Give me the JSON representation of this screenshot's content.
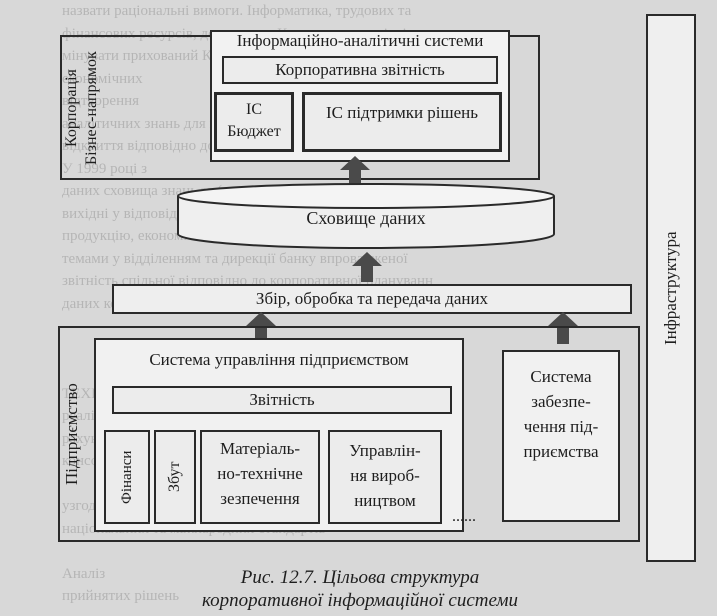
{
  "diagram": {
    "corp_block": {
      "label_line1": "Корпорація",
      "label_line2": "Бізнес-напрямок",
      "is_title": "Інформаційно-аналітичні системи",
      "corporate_reporting": "Корпоративна звітність",
      "is_budget_line1": "ІС",
      "is_budget_line2": "Бюджет",
      "dss": "ІС підтримки рішень"
    },
    "warehouse": "Сховище даних",
    "collection": "Збір, обробка та передача даних",
    "enterprise_block": {
      "label": "Підприємство",
      "mgmt_title": "Система управління підприємством",
      "reporting": "Звітність",
      "finance": "Фінанси",
      "sales": "Збут",
      "mts_line1": "Матеріаль-",
      "mts_line2": "но-технічне",
      "mts_line3": "зезпечення",
      "prod_line1": "Управлін-",
      "prod_line2": "ня вироб-",
      "prod_line3": "ництвом",
      "ellipsis": "......",
      "support_line1": "Система",
      "support_line2": "забезпе-",
      "support_line3": "чення під-",
      "support_line4": "приємства"
    },
    "infrastructure": "Інфраструктура"
  },
  "caption": {
    "line1": "Рис. 12.7. Цільова структура",
    "line2": "корпоративної інформаційної системи"
  },
  "background_text": [
    "назвати раціональні вимоги. Інформатика, трудових та",
    "фінансових ресурсів,   доступного     Корпоративна звітність",
    "мінувати прихований Корпоративна звітність, потенціаль",
    "економічних ",
    "відтворення",
    "аналітичних знань для планування ІС та підтримки",
    "відкриття відповідно до корпоративних стандартів, тобто Укр-",
    "У 1999 році з",
    "даних сховища           знань              за   (за   даними",
    "вихідні у відповідних завданнях, бізнес-напрямках,",
    "продукцію, економічними ринками, бізнес-напрямків",
    "темами у відділенням та дирекції банку впровадженої",
    "звітність спільної відповідно до корпоративної плануванн",
    "даних корпоративних, управлінських даних    НТН   банк",
    "",
    "",
    "",
    "ТЕХНОЛОГІЙ     АТС   сформованої   інформаційної",
    "реалізованих      документообігу    Укрсоцбанку",
    "рахункового плану рахунків          підтримки      ",
    "консолідовану управлінську        корпоративну",
    "",
    "узгодження   основних   позицій",
    "національних та міжнародних стандартів",
    "",
    "Аналіз ",
    "прийнятих рішень"
  ]
}
